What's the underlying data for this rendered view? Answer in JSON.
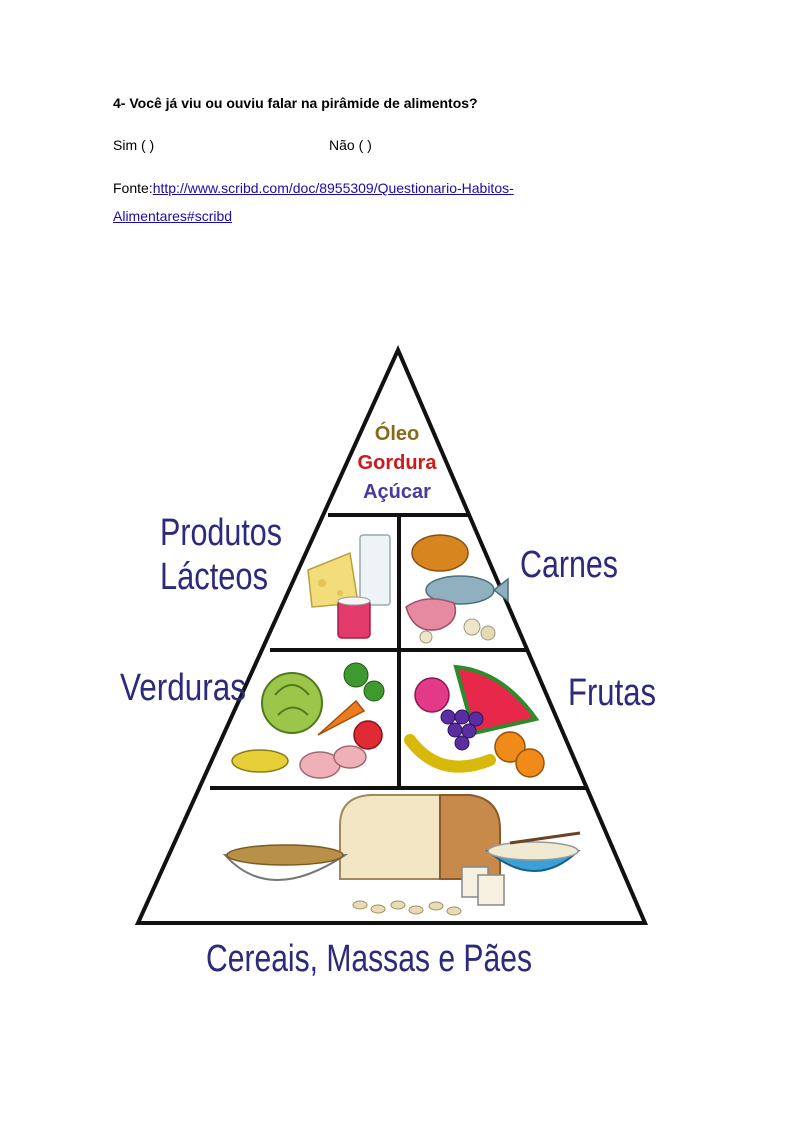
{
  "question": {
    "title": "4-  Você já viu ou ouviu falar na pirâmide de alimentos?",
    "option_yes": "Sim ( )",
    "option_no": "Não ( )"
  },
  "source": {
    "prefix": "Fonte:",
    "link_line1": "http://www.scribd.com/doc/8955309/Questionario-Habitos-",
    "link_line2": "Alimentares#scribd"
  },
  "pyramid": {
    "top_items": [
      "Óleo",
      "Gordura",
      "Açúcar"
    ],
    "dairy_line1": "Produtos",
    "dairy_line2": "Lácteos",
    "meat": "Carnes",
    "vegetables": "Verduras",
    "fruits": "Frutas",
    "base": "Cereais, Massas e Pães"
  },
  "colors": {
    "text_blue": "#2c2a7c",
    "oil": "#8a6a1a",
    "fat": "#d01818",
    "sugar": "#4a3a9a",
    "link": "#1a0dab"
  }
}
